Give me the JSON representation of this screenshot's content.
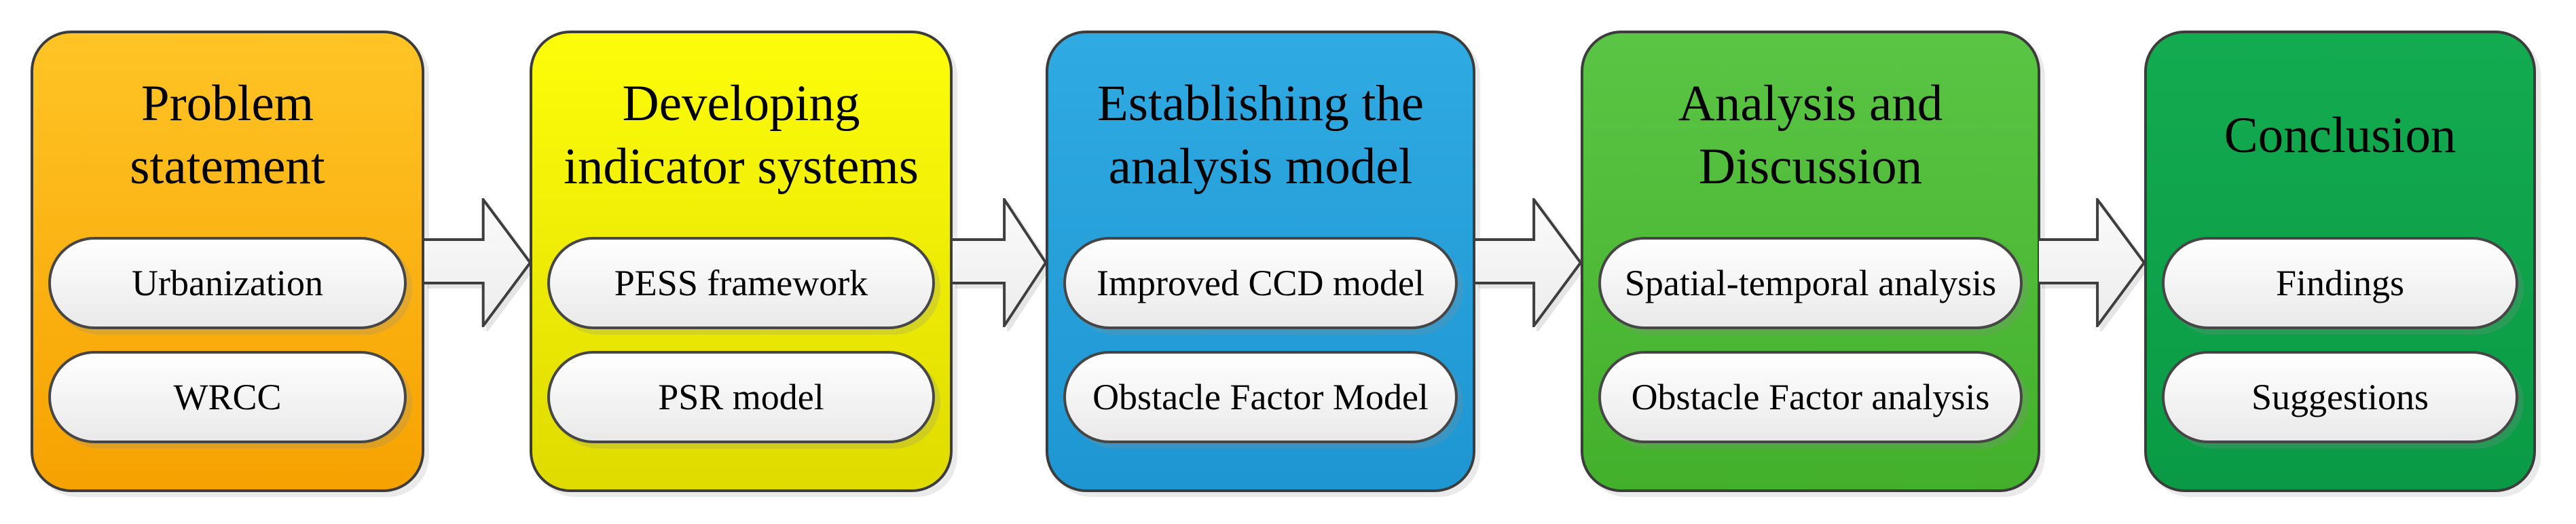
{
  "diagram": {
    "type": "horizontal-flowchart",
    "background": "#FFFFFF",
    "border_color": "#3C3C3C",
    "pill_border_color": "#464646",
    "pill_fill_top": "#FFFFFF",
    "pill_fill_bottom": "#E9E9E9",
    "text_color": "#000000",
    "arrow": {
      "direction": "right",
      "fill_top": "#FBFBFB",
      "fill_bottom": "#ECECEC",
      "stroke": "#3E3E3E"
    },
    "steps": [
      {
        "title": "Problem\nstatement",
        "items": [
          "Urbanization",
          "WRCC"
        ],
        "colors": {
          "top": "#FFC425",
          "bottom": "#F6A201"
        }
      },
      {
        "title": "Developing\nindicator systems",
        "items": [
          "PESS framework",
          "PSR model"
        ],
        "colors": {
          "top": "#FDFD0A",
          "bottom": "#DFDB00"
        }
      },
      {
        "title": "Establishing the\nanalysis model",
        "items": [
          "Improved CCD model",
          "Obstacle Factor Model"
        ],
        "colors": {
          "top": "#30AAE2",
          "bottom": "#1E96D2"
        }
      },
      {
        "title": "Analysis and\nDiscussion",
        "items": [
          "Spatial-temporal analysis",
          "Obstacle Factor analysis"
        ],
        "colors": {
          "top": "#5AC544",
          "bottom": "#43B02C"
        }
      },
      {
        "title": "Conclusion",
        "items": [
          "Findings",
          "Suggestions"
        ],
        "colors": {
          "top": "#13AB50",
          "bottom": "#0A9A45"
        }
      }
    ]
  }
}
